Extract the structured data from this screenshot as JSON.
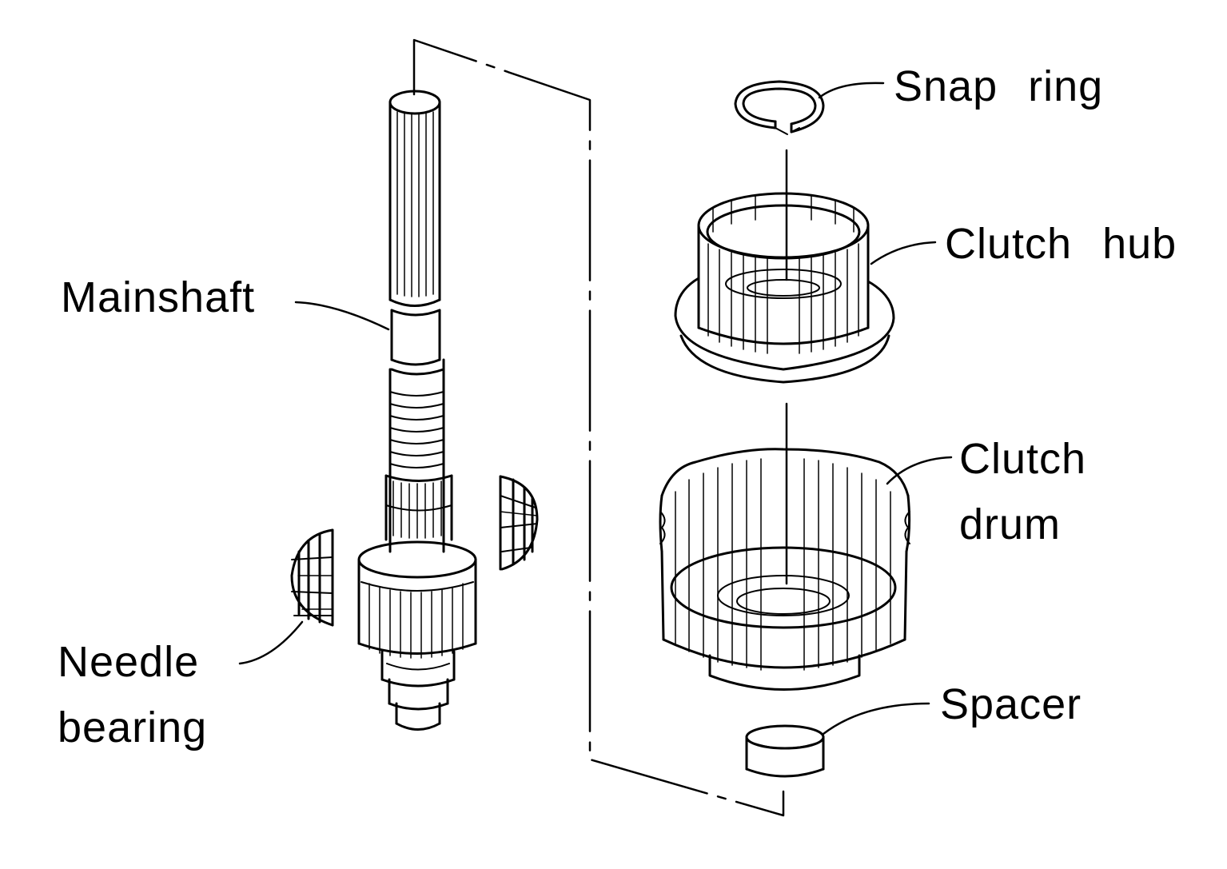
{
  "labels": {
    "snap_ring": "Snap ring",
    "clutch_hub": "Clutch hub",
    "clutch_drum_line1": "Clutch",
    "clutch_drum_line2": "drum",
    "spacer": "Spacer",
    "mainshaft": "Mainshaft",
    "needle_bearing_line1": "Needle",
    "needle_bearing_line2": "bearing"
  },
  "colors": {
    "ink": "#000000",
    "paper": "#ffffff"
  }
}
